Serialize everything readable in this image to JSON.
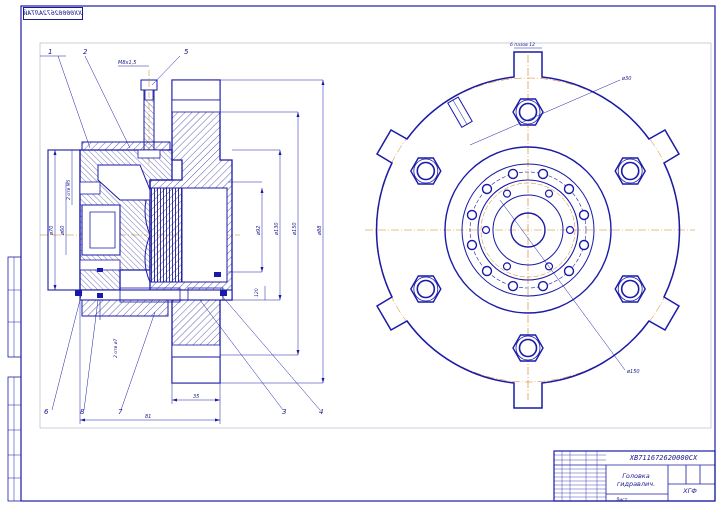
{
  "drawing": {
    "top_stamp": "ХХ00002672АЛТАЙ",
    "title_block": {
      "document_code": "ХВ711672620000СХ",
      "name": "Головка гидравлич.",
      "organization": "ХГФ",
      "sheet_text": "Лист"
    },
    "callouts": [
      "1",
      "2",
      "5",
      "6",
      "8",
      "7",
      "3",
      "4"
    ],
    "dimensions": {
      "top_left": "М8x1,5",
      "top_right": "6 пазов 12",
      "d70": "ø70",
      "d60": "ø60",
      "d92": "ø92",
      "d130": "ø130",
      "d150": "ø150",
      "bottom_len": "81",
      "bottom_small": "35",
      "right_small": "120",
      "thread": "2 отв М5",
      "hole": "2 отв ø7",
      "side_d": "ø88",
      "diag_upper": "ø30",
      "diag_lower": "ø150"
    }
  },
  "colors": {
    "line": "#1a1aa8",
    "axis": "#d07a1a",
    "hatch": "#1a1a8c",
    "paper": "#ffffff"
  }
}
